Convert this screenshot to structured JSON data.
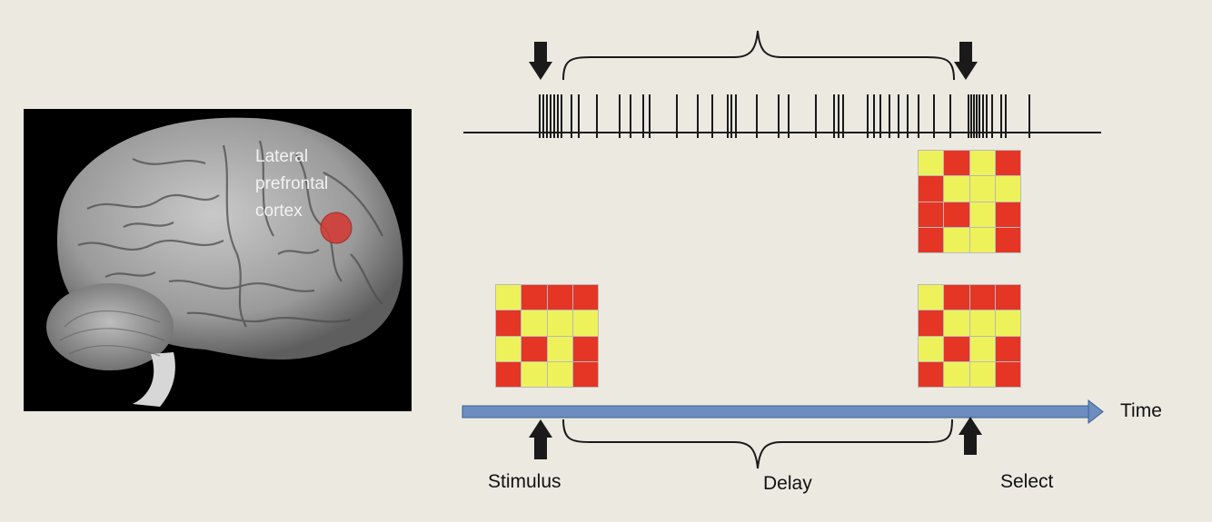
{
  "brain": {
    "label_lines": [
      "Lateral",
      "prefrontal",
      "cortex"
    ],
    "marker_color": "#d23c36"
  },
  "labels": {
    "time": "Time",
    "stimulus": "Stimulus",
    "delay": "Delay",
    "select": "Select"
  },
  "colors": {
    "red": "#e53525",
    "yellow": "#eef25a",
    "timeline": "#6c8ebf",
    "arrow": "#1a1a1a"
  },
  "grids": {
    "stimulus": [
      "Y",
      "R",
      "R",
      "R",
      "R",
      "Y",
      "Y",
      "Y",
      "Y",
      "R",
      "Y",
      "R",
      "R",
      "Y",
      "Y",
      "R"
    ],
    "select_match": [
      "Y",
      "R",
      "R",
      "R",
      "R",
      "Y",
      "Y",
      "Y",
      "Y",
      "R",
      "Y",
      "R",
      "R",
      "Y",
      "Y",
      "R"
    ],
    "select_nonmatch": [
      "Y",
      "R",
      "Y",
      "R",
      "R",
      "Y",
      "Y",
      "Y",
      "R",
      "R",
      "Y",
      "R",
      "R",
      "Y",
      "Y",
      "R"
    ]
  }
}
